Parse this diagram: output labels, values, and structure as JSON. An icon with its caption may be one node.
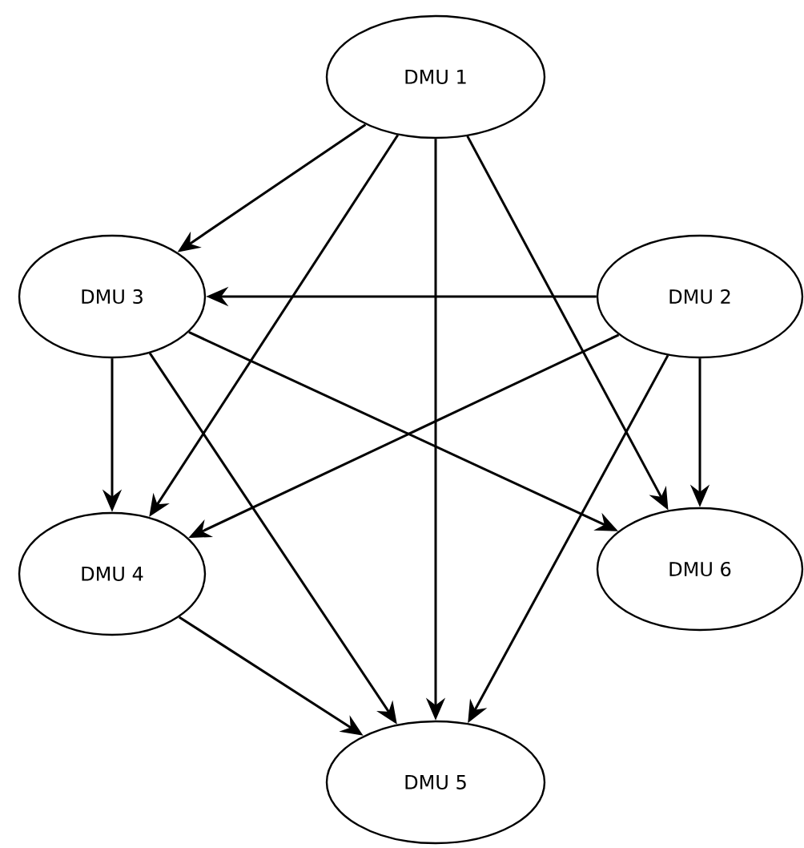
{
  "diagram": {
    "nodes": [
      {
        "text": [
          "DMU 1"
        ]
      },
      {
        "text": [
          "DMU 3"
        ]
      },
      {
        "text": [
          "DMU 2"
        ]
      },
      {
        "text": [
          "DMU 4"
        ]
      },
      {
        "text": [
          "DMU 6"
        ]
      },
      {
        "text": [
          "DMU 5"
        ]
      }
    ],
    "edges": [
      {
        "from": 0,
        "to": 1,
        "arrow": "to"
      },
      {
        "from": 0,
        "to": 3,
        "arrow": "to"
      },
      {
        "from": 0,
        "to": 5,
        "arrow": "to"
      },
      {
        "from": 0,
        "to": 4,
        "arrow": "to"
      },
      {
        "from": 2,
        "to": 1,
        "arrow": "to"
      },
      {
        "from": 2,
        "to": 3,
        "arrow": "to"
      },
      {
        "from": 2,
        "to": 4,
        "arrow": "to"
      },
      {
        "from": 2,
        "to": 5,
        "arrow": "to"
      },
      {
        "from": 1,
        "to": 3,
        "arrow": "to"
      },
      {
        "from": 1,
        "to": 4,
        "arrow": "to"
      },
      {
        "from": 1,
        "to": 5,
        "arrow": "to"
      },
      {
        "from": 3,
        "to": 5,
        "arrow": "to"
      }
    ]
  }
}
